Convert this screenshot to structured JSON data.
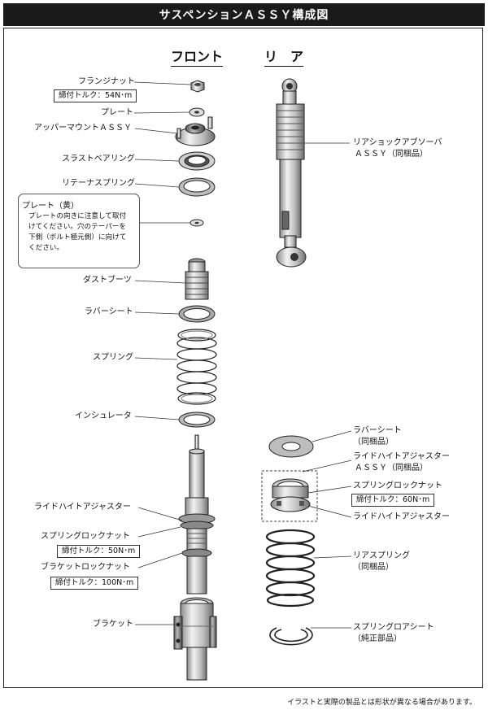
{
  "title": "サスペンションＡＳＳＹ構成図",
  "headings": {
    "front": "フロント",
    "rear": "リ　ア"
  },
  "front_labels": {
    "flange_nut": "フランジナット",
    "flange_torque": "締付トルク：54N･m",
    "plate": "プレート",
    "upper_mount": "アッパーマウントＡＳＳＹ",
    "thrust_bearing": "スラストベアリング",
    "retainer_spring": "リテーナスプリング",
    "dust_boots": "ダストブーツ",
    "rubber_seat": "ラバーシート",
    "spring": "スプリング",
    "insulator": "インシュレータ",
    "ride_height_adjuster": "ライドハイトアジャスター",
    "spring_lock_nut": "スプリングロックナット",
    "spring_lock_torque": "締付トルク：50N･m",
    "bracket_lock_nut": "ブラケットロックナット",
    "bracket_lock_torque": "締付トルク：100N･m",
    "bracket": "ブラケット"
  },
  "note": {
    "title": "プレート（黄）",
    "lines": [
      "プレートの向きに注意して取付",
      "けてください。穴のテーパーを",
      "下側（ボルト極元側）に向けて",
      "ください。"
    ]
  },
  "rear_labels": {
    "shock_line1": "リアショックアブソーバ",
    "shock_line2": "ＡＳＳＹ（同梱品）",
    "rubber_seat": "ラバーシート",
    "rubber_seat_note": "（同梱品）",
    "ride_height_assy_line1": "ライドハイトアジャスター",
    "ride_height_assy_line2": "ＡＳＳＹ（同梱品）",
    "spring_lock_nut": "スプリングロックナット",
    "spring_lock_torque": "締付トルク：60N･m",
    "ride_height_adjuster": "ライドハイトアジャスター",
    "rear_spring": "リアスプリング",
    "rear_spring_note": "（同梱品）",
    "spring_lower_seat": "スプリングロアシート",
    "spring_lower_seat_note": "（純正部品）"
  },
  "footer": "イラストと実際の製品とは形状が異なる場合があります。"
}
